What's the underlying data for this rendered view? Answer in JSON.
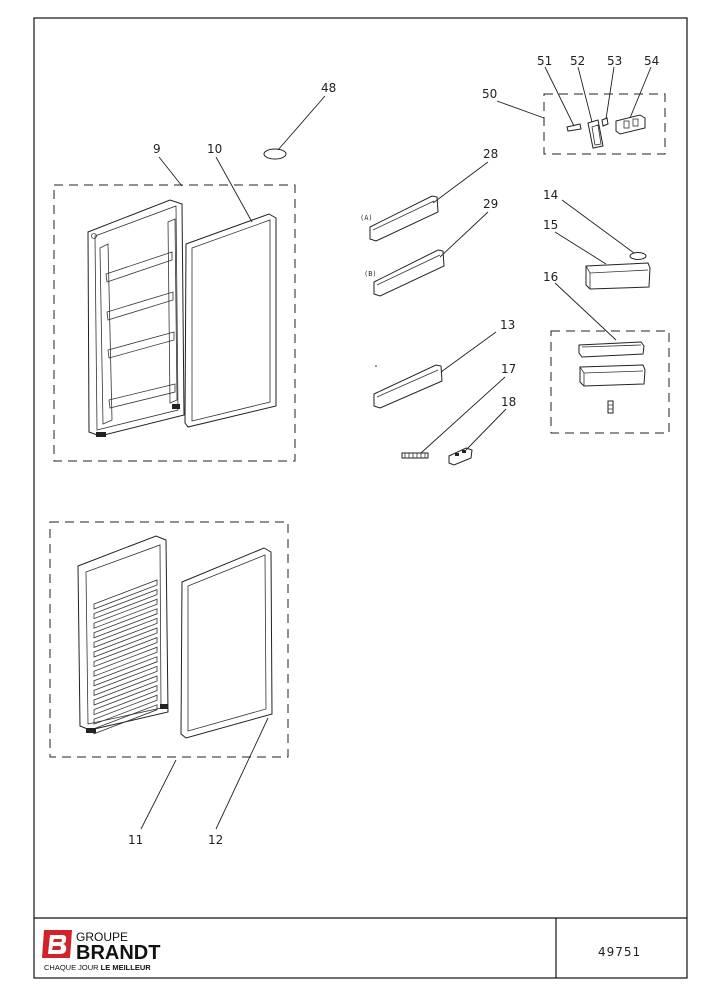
{
  "callouts": {
    "c9": "9",
    "c10": "10",
    "c11": "11",
    "c12": "12",
    "c13": "13",
    "c14": "14",
    "c15": "15",
    "c16": "16",
    "c17": "17",
    "c18": "18",
    "c28": "28",
    "c29": "29",
    "c48": "48",
    "c50": "50",
    "c51": "51",
    "c52": "52",
    "c53": "53",
    "c54": "54"
  },
  "shelf_labels": {
    "a": "(A)",
    "b": "(B)"
  },
  "title_block": {
    "group": "GROUPE",
    "brand": "BRANDT",
    "slogan_prefix": "CHAQUE JOUR ",
    "slogan_bold": "LE MEILLEUR",
    "document_number": "49751"
  },
  "colors": {
    "line": "#222222",
    "logo_red": "#d2232a"
  }
}
